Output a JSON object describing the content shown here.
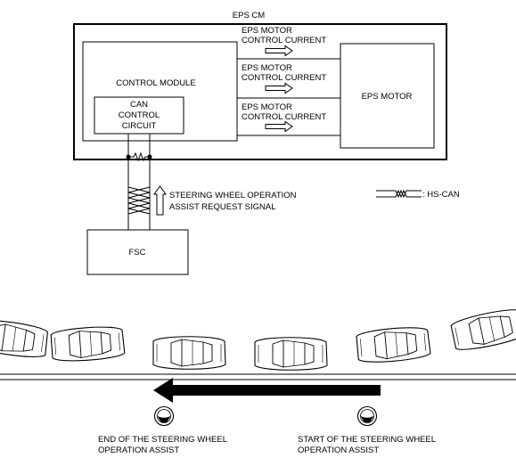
{
  "block_diagram": {
    "eps_cm_label": "EPS CM",
    "control_module_label": "CONTROL MODULE",
    "can_circuit_lines": [
      "CAN",
      "CONTROL",
      "CIRCUIT"
    ],
    "eps_motor_label": "EPS MOTOR",
    "current_signals": [
      {
        "lines": [
          "EPS MOTOR",
          "CONTROL CURRENT"
        ]
      },
      {
        "lines": [
          "EPS MOTOR",
          "CONTROL CURRENT"
        ]
      },
      {
        "lines": [
          "EPS MOTOR",
          "CONTROL CURRENT"
        ]
      }
    ],
    "fsc_label": "FSC",
    "request_signal_lines": [
      "STEERING WHEEL OPERATION",
      "ASSIST REQUEST SIGNAL"
    ],
    "legend_label": ": HS-CAN"
  },
  "scene": {
    "end_label_lines": [
      "END OF THE STEERING WHEEL",
      "OPERATION ASSIST"
    ],
    "start_label_lines": [
      "START OF THE STEERING WHEEL",
      "OPERATION ASSIST"
    ],
    "icons": [
      "steering-wheel-icon",
      "car-icon",
      "direction-arrow-icon"
    ]
  }
}
